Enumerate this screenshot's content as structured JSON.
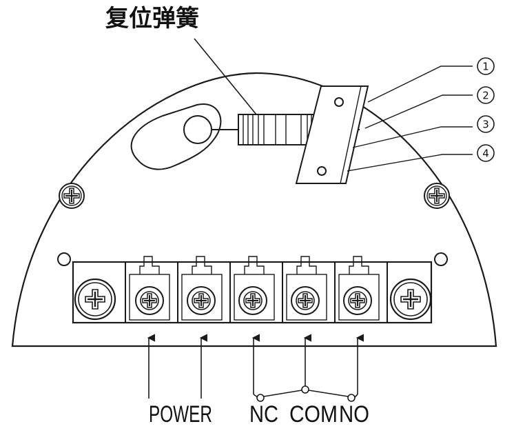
{
  "title": "复位弹簧",
  "callouts": [
    "1",
    "2",
    "3",
    "4"
  ],
  "terminals": {
    "power": "POWER",
    "nc": "NC",
    "com": "COM",
    "no": "NO"
  }
}
